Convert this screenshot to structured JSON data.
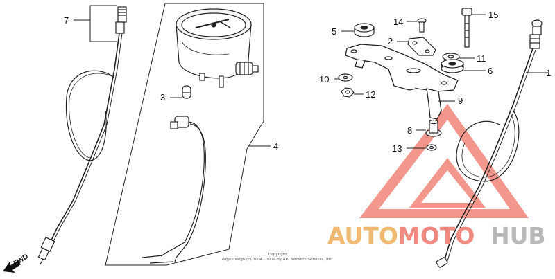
{
  "diagram": {
    "callouts": {
      "c1": "1",
      "c2": "2",
      "c3": "3",
      "c4": "4",
      "c5": "5",
      "c6": "6",
      "c7": "7",
      "c8": "8",
      "c9": "9",
      "c10": "10",
      "c11": "11",
      "c12": "12",
      "c13": "13",
      "c14": "14",
      "c15": "15"
    },
    "fwd_label": "FWD"
  },
  "copyright": {
    "line1": "Copyright",
    "line2": "Page design (c) 2004 - 2014 by ARI Network Services, Inc."
  },
  "watermark": {
    "part1": "AUTO",
    "part2": "MOTO",
    "part3": "HUB",
    "colors": {
      "auto": "#f0b870",
      "moto": "#f08a80",
      "hub": "#b8b8b8",
      "triangle": "#ee6a5e"
    }
  }
}
